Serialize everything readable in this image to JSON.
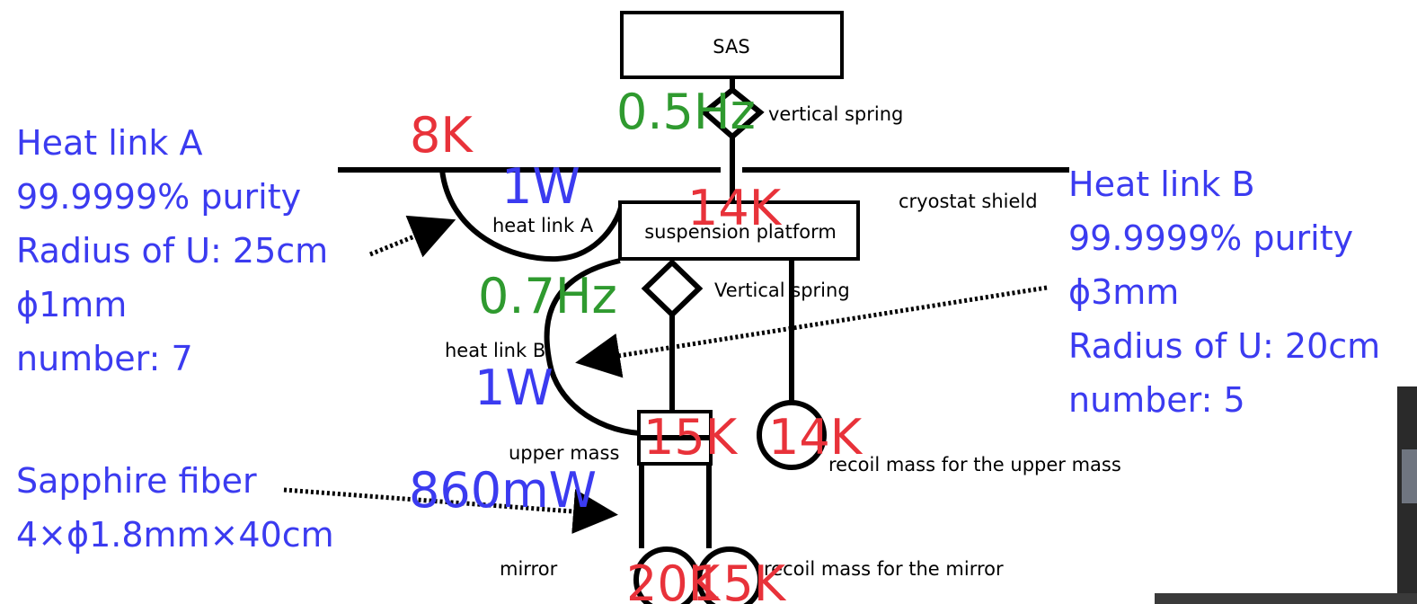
{
  "labels": {
    "sas": "SAS",
    "vertical_spring_top": "vertical spring",
    "cryostat_shield": "cryostat shield",
    "suspension_platform": "suspension platform",
    "heat_link_a": "heat link A",
    "heat_link_b": "heat link B",
    "vertical_spring_mid": "Vertical spring",
    "upper_mass": "upper mass",
    "recoil_upper": "recoil mass for the upper mass",
    "mirror": "mirror",
    "recoil_mirror": "recoil mass for the mirror"
  },
  "values": {
    "freq_top": "0.5Hz",
    "freq_mid": "0.7Hz",
    "temp_shield": "8K",
    "temp_platform": "14K",
    "temp_upper_mass": "15K",
    "temp_recoil_upper": "14K",
    "temp_mirror": "20K",
    "temp_recoil_mirror": "15K",
    "power_link_a": "1W",
    "power_link_b": "1W",
    "power_fiber": "860mW"
  },
  "annotations": {
    "link_a": [
      "Heat link A",
      "99.9999% purity",
      "Radius of U: 25cm",
      "ϕ1mm",
      "number: 7"
    ],
    "link_b": [
      "Heat link B",
      "99.9999% purity",
      "ϕ3mm",
      "Radius of U: 20cm",
      "number: 5"
    ],
    "fiber": [
      "Sapphire fiber",
      "4×ϕ1.8mm×40cm"
    ]
  },
  "colors": {
    "temperature": "#e8323a",
    "frequency": "#2f9a2f",
    "power": "#3b3bf0",
    "annotation": "#3b3bf0"
  }
}
